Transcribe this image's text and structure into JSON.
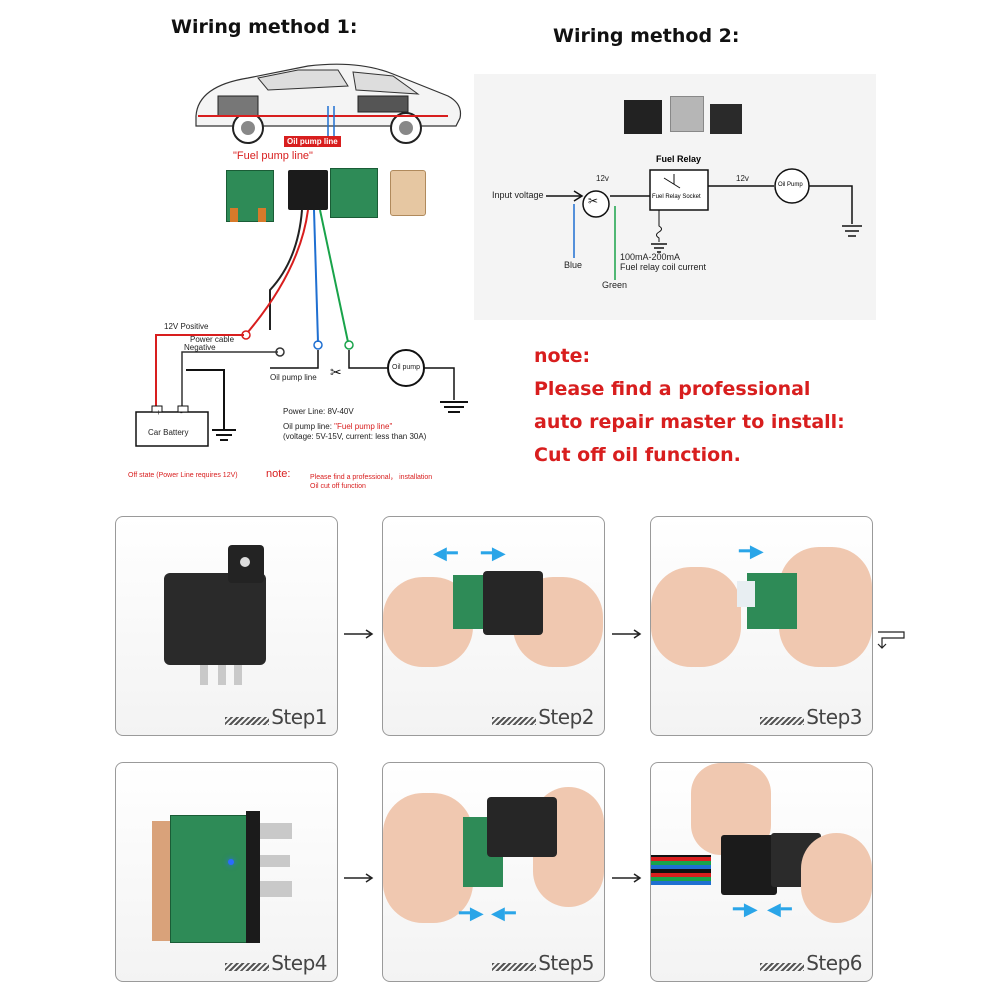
{
  "wiring1": {
    "title": "Wiring method 1:",
    "oil_pump_line_box": "Oil pump line",
    "fuel_pump_line_caption": "\"Fuel pump line\"",
    "label_12v_positive": "12V Positive",
    "label_power_cable": "Power cable",
    "label_negative": "Negative",
    "label_oil_pump_line": "Oil pump line",
    "label_oil_pump": "Oil pump",
    "battery_plus": "+",
    "battery_minus": "-",
    "battery_label": "Car Battery",
    "power_line": "Power Line: 8V-40V",
    "oil_pump_line_prefix": "Oil pump line: ",
    "oil_pump_line_quote": "\"Fuel pump line\"",
    "voltage_current": "(voltage: 5V-15V, current: less than 30A)",
    "off_state": "Off state (Power Line requires 12V)",
    "note_label": "note:",
    "note_line1": "Please find a professional， installation",
    "note_line2": "Oil cut off function"
  },
  "wiring2": {
    "title": "Wiring method 2:",
    "fuel_relay": "Fuel Relay",
    "input_voltage": "Input voltage",
    "v12_left": "12v",
    "v12_right": "12v",
    "fuel_relay_socket": "Fuel Relay Socket",
    "oil_pump": "Oil Pump",
    "current_range": "100mA-200mA",
    "coil_current": "Fuel relay coil current",
    "blue": "Blue",
    "green": "Green"
  },
  "note": {
    "line1": "note:",
    "line2": "Please find a professional",
    "line3": "auto repair master to install:",
    "line4": "Cut off oil function."
  },
  "steps": [
    "Step1",
    "Step2",
    "Step3",
    "Step4",
    "Step5",
    "Step6"
  ],
  "colors": {
    "accent_red": "#d81e1e",
    "wire_blue": "#1f6fd1",
    "wire_green": "#19a34a",
    "arrow_blue": "#2aa5e8"
  }
}
